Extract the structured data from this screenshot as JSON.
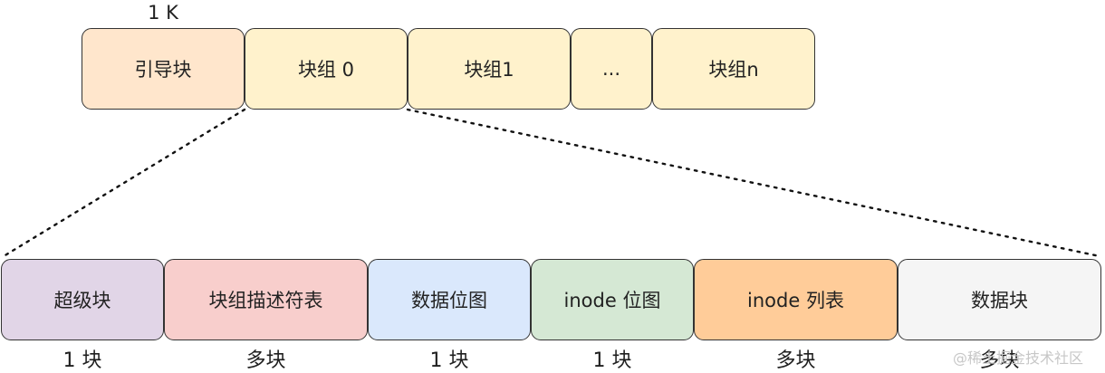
{
  "top_label": "1 K",
  "top_row": [
    {
      "label": "引导块",
      "color": "#ffe6cc"
    },
    {
      "label": "块组 0",
      "color": "#fff2cc"
    },
    {
      "label": "块组1",
      "color": "#fff2cc"
    },
    {
      "label": "...",
      "color": "#fff2cc"
    },
    {
      "label": "块组n",
      "color": "#fff2cc"
    }
  ],
  "bottom_row": [
    {
      "label": "超级块",
      "color": "#e1d5e7",
      "count": "1 块"
    },
    {
      "label": "块组描述符表",
      "color": "#f8cecc",
      "count": "多块"
    },
    {
      "label": "数据位图",
      "color": "#dae8fc",
      "count": "1 块"
    },
    {
      "label": "inode 位图",
      "color": "#d5e8d4",
      "count": "1 块"
    },
    {
      "label": "inode 列表",
      "color": "#ffcc99",
      "count": "多块"
    },
    {
      "label": "数据块",
      "color": "#f5f5f5",
      "count": "多块"
    }
  ],
  "watermark": "@稀土掘金技术社区"
}
